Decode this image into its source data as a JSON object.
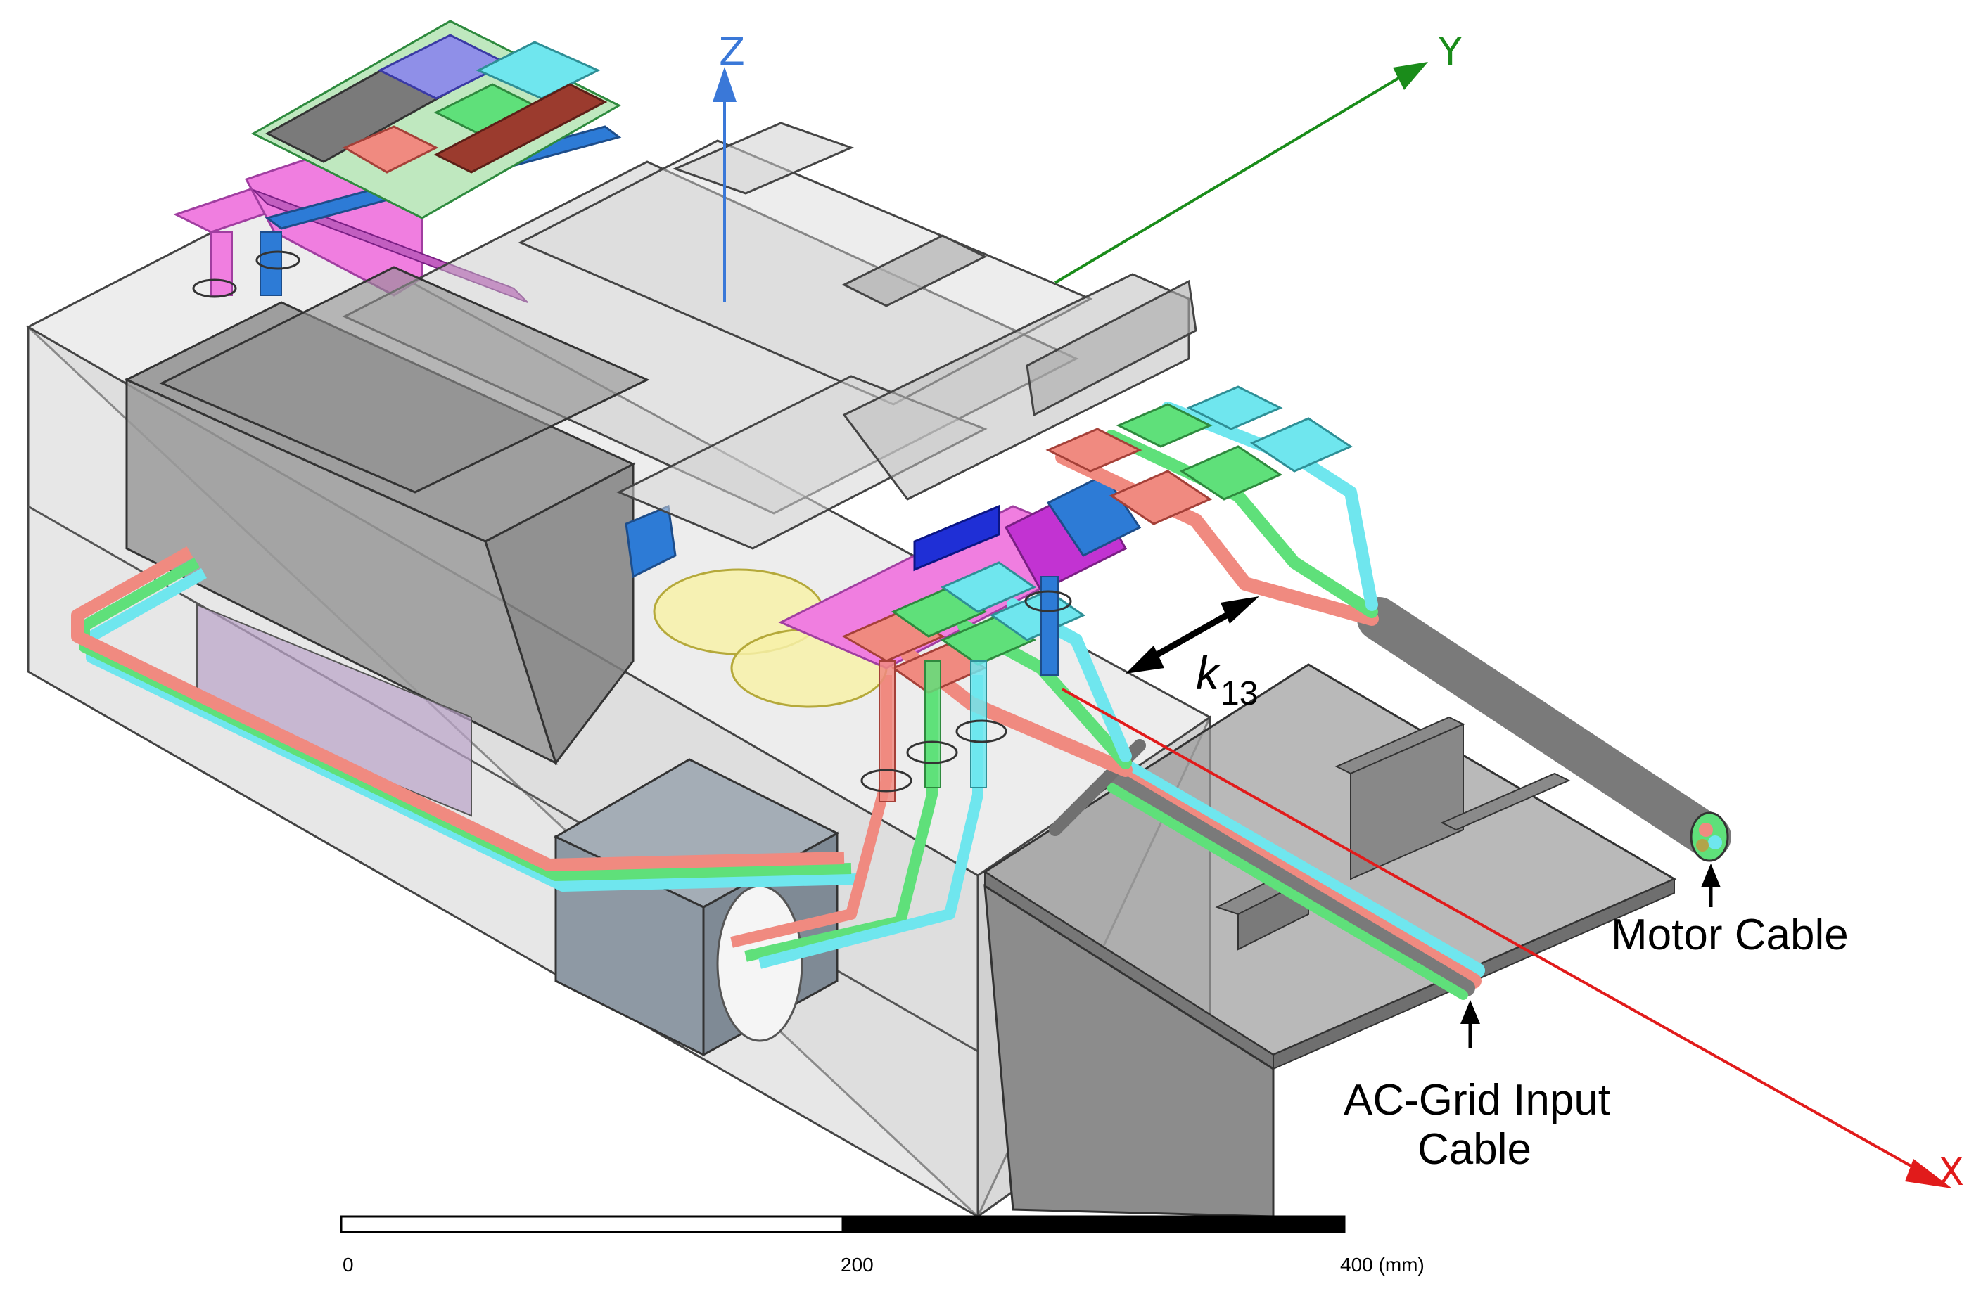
{
  "axes": {
    "x": {
      "label": "X",
      "color": "#e11b1b"
    },
    "y": {
      "label": "Y",
      "color": "#1a8c1a"
    },
    "z": {
      "label": "Z",
      "color": "#3a78d8"
    }
  },
  "annotations": {
    "motor_cable": "Motor Cable",
    "ac_grid_line1": "AC-Grid Input",
    "ac_grid_line2": "Cable",
    "k_symbol": "k",
    "k_subscript": "13"
  },
  "scale_bar": {
    "tick_0": "0",
    "tick_1": "200",
    "tick_2": "400 (mm)"
  },
  "phase_colors": {
    "red": "#f08a80",
    "green": "#5fe07a",
    "cyan": "#6fe6ee",
    "magenta": "#f07ee0",
    "blue": "#2d7bd6",
    "grey": "#b8b8b8"
  }
}
